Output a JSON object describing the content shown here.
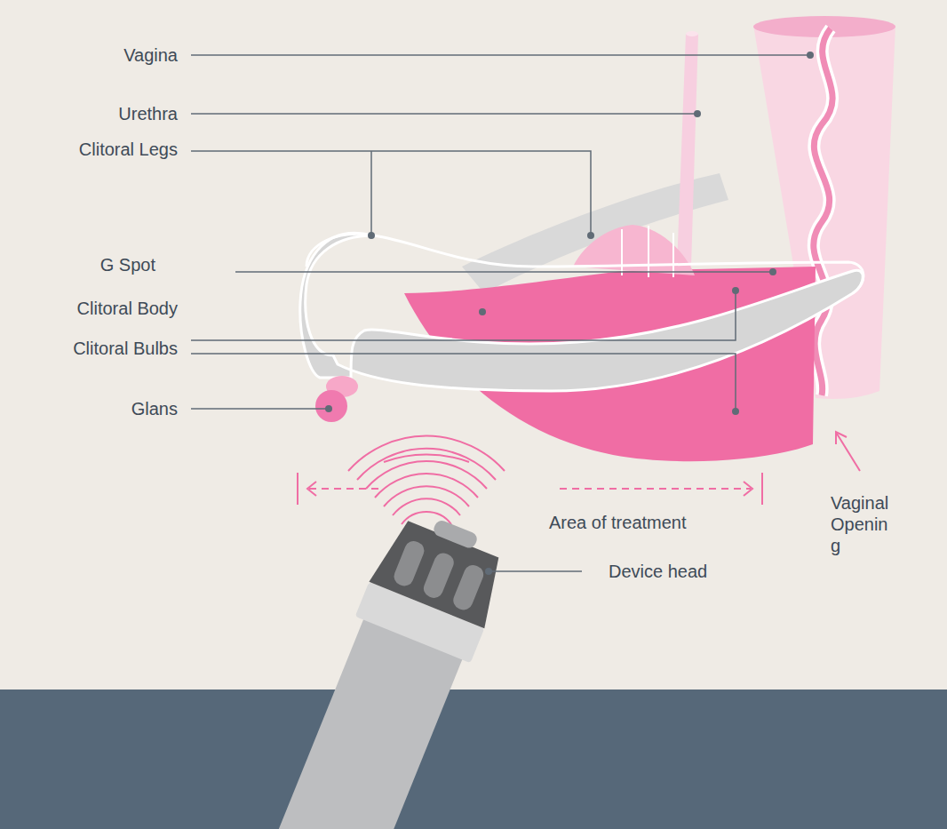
{
  "diagram": {
    "labels": [
      "Vagina",
      "Urethra",
      "Clitoral Legs",
      "G Spot",
      "Clitoral Body",
      "Clitoral Bulbs",
      "Glans",
      "Area of treatment",
      "Device head",
      "Vaginal Openin g"
    ]
  }
}
